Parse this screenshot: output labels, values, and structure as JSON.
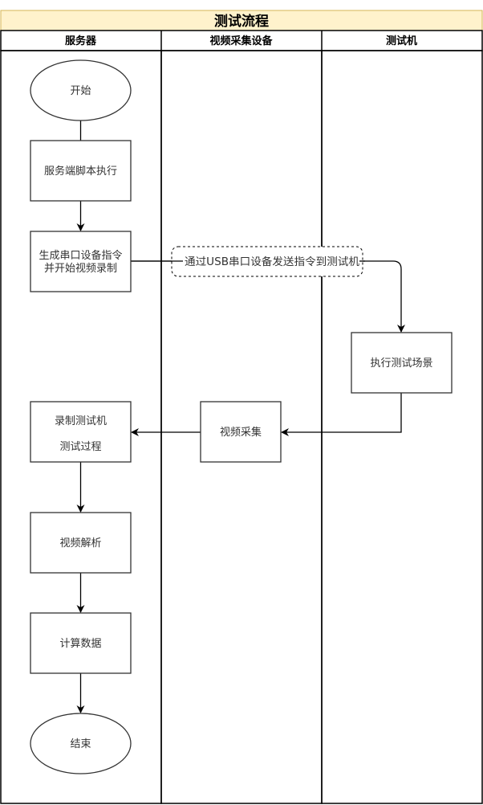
{
  "pool": {
    "title": "测试流程",
    "title_fill": "#fff2cc",
    "title_stroke": "#d6b656"
  },
  "lanes": [
    {
      "label": "服务器"
    },
    {
      "label": "视频采集设备"
    },
    {
      "label": "测试机"
    }
  ],
  "nodes": {
    "start": {
      "label": "开始",
      "shape": "ellipse",
      "lane": "服务器"
    },
    "server_script": {
      "label": "服务端脚本执行",
      "shape": "rect",
      "lane": "服务器"
    },
    "gen_command": {
      "lines": [
        "生成串口设备指令",
        "并开始视频录制"
      ],
      "shape": "rect",
      "lane": "服务器"
    },
    "run_scene": {
      "label": "执行测试场景",
      "shape": "rect",
      "lane": "测试机"
    },
    "video_capture": {
      "label": "视频采集",
      "shape": "rect",
      "lane": "视频采集设备"
    },
    "record_process": {
      "lines": [
        "录制测试机",
        "测试过程"
      ],
      "shape": "rect",
      "lane": "服务器"
    },
    "video_parse": {
      "label": "视频解析",
      "shape": "rect",
      "lane": "服务器"
    },
    "compute": {
      "label": "计算数据",
      "shape": "rect",
      "lane": "服务器"
    },
    "end": {
      "label": "结束",
      "shape": "ellipse",
      "lane": "服务器"
    }
  },
  "edges": [
    {
      "from": "start",
      "to": "server_script",
      "arrow": false
    },
    {
      "from": "server_script",
      "to": "gen_command",
      "arrow": true
    },
    {
      "from": "gen_command",
      "to": "run_scene",
      "arrow": true,
      "label": "通过USB串口设备发送指令到测试机",
      "label_style": "dashed-rounded"
    },
    {
      "from": "run_scene",
      "to": "video_capture",
      "arrow": true
    },
    {
      "from": "video_capture",
      "to": "record_process",
      "arrow": true
    },
    {
      "from": "record_process",
      "to": "video_parse",
      "arrow": true
    },
    {
      "from": "video_parse",
      "to": "compute",
      "arrow": true
    },
    {
      "from": "compute",
      "to": "end",
      "arrow": true
    }
  ]
}
